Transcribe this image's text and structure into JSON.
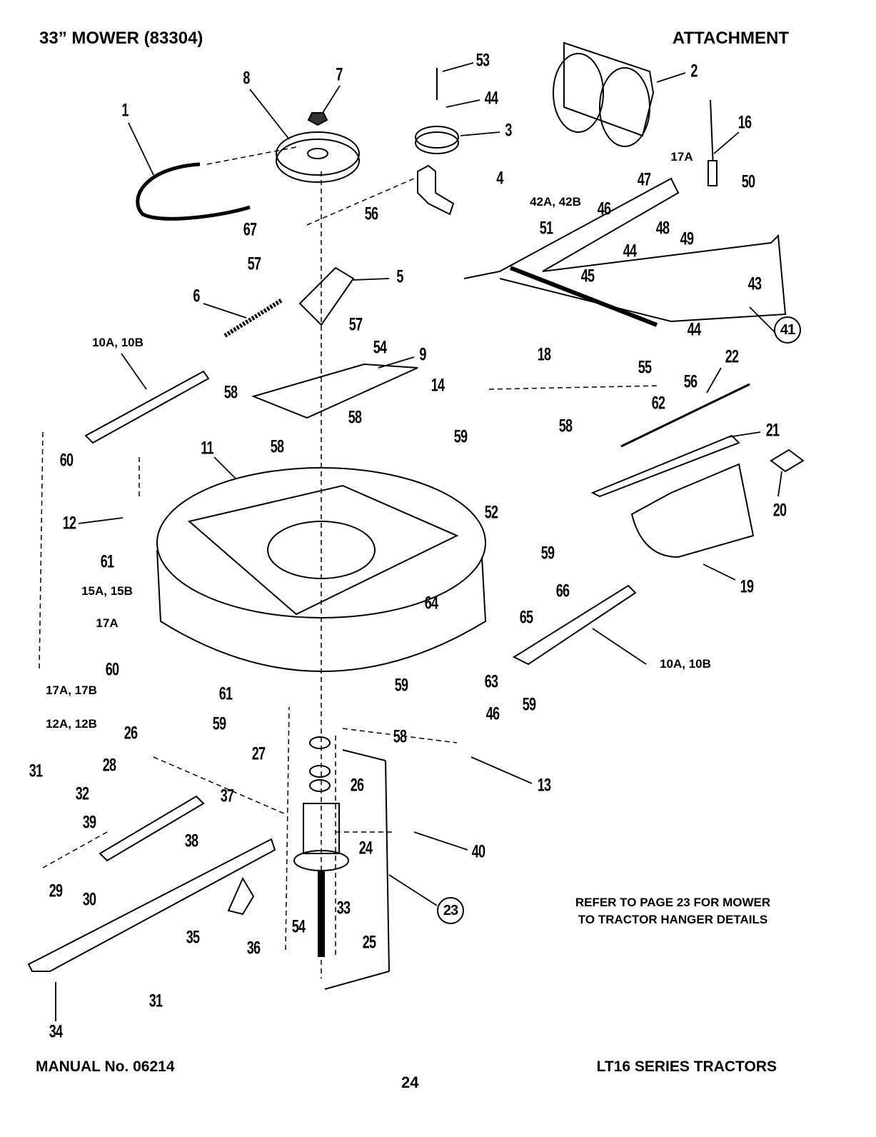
{
  "header": {
    "title": "33” MOWER (83304)",
    "section": "ATTACHMENT"
  },
  "note": {
    "line1": "REFER TO PAGE 23 FOR MOWER",
    "line2": "TO TRACTOR HANGER DETAILS"
  },
  "footer": {
    "manual": "MANUAL No. 06214",
    "page": "24",
    "series": "LT16 SERIES TRACTORS"
  },
  "callouts": [
    "1",
    "8",
    "7",
    "53",
    "44",
    "3",
    "2",
    "16",
    "17A",
    "47",
    "50",
    "42A, 42B",
    "46",
    "48",
    "49",
    "51",
    "44",
    "45",
    "43",
    "44",
    "41",
    "56",
    "4",
    "56",
    "67",
    "57",
    "5",
    "6",
    "57",
    "54",
    "9",
    "10A, 10B",
    "18",
    "55",
    "22",
    "62",
    "21",
    "20",
    "19",
    "14",
    "58",
    "58",
    "58",
    "59",
    "11",
    "58",
    "60",
    "12",
    "52",
    "59",
    "61",
    "15A, 15B",
    "64",
    "66",
    "65",
    "17A",
    "59",
    "10A, 10B",
    "60",
    "63",
    "17A, 17B",
    "61",
    "46",
    "59",
    "59",
    "12A, 12B",
    "58",
    "26",
    "27",
    "28",
    "31",
    "32",
    "37",
    "26",
    "13",
    "39",
    "38",
    "24",
    "40",
    "29",
    "30",
    "33",
    "23",
    "35",
    "36",
    "54",
    "25",
    "31",
    "34"
  ]
}
